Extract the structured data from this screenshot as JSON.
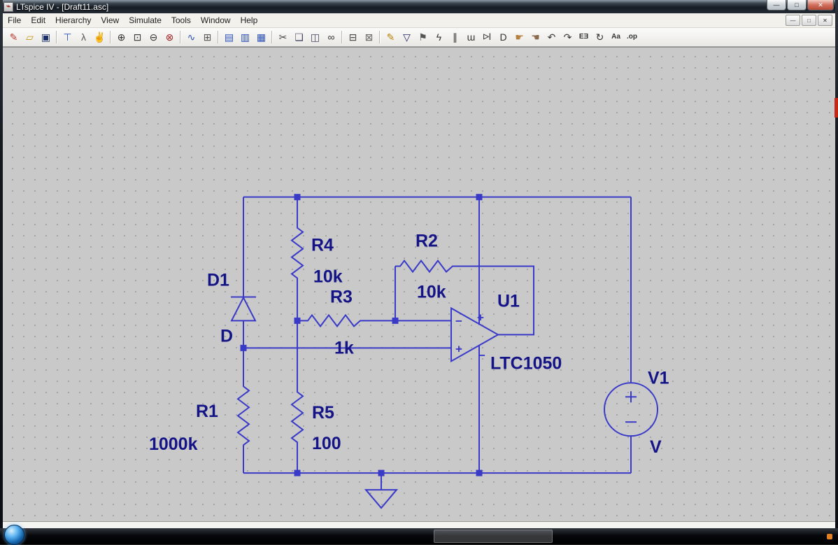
{
  "window": {
    "title": "LTspice IV - [Draft11.asc]",
    "caption_buttons": {
      "minimize": "—",
      "restore": "□",
      "close": "✕"
    }
  },
  "menubar": {
    "items": [
      "File",
      "Edit",
      "Hierarchy",
      "View",
      "Simulate",
      "Tools",
      "Window",
      "Help"
    ],
    "mdi_buttons": {
      "minimize": "—",
      "restore": "□",
      "close": "✕"
    }
  },
  "toolbar": {
    "icons": [
      {
        "name": "new-schematic-icon",
        "glyph": "✎",
        "color": "#c03a2e"
      },
      {
        "name": "open-icon",
        "glyph": "▱",
        "color": "#c9971c"
      },
      {
        "name": "save-icon",
        "glyph": "▣",
        "color": "#1a2c6b",
        "sep": true
      },
      {
        "name": "control-panel-icon",
        "glyph": "⊤",
        "color": "#2b50c0"
      },
      {
        "name": "run-icon",
        "glyph": "λ",
        "color": "#555"
      },
      {
        "name": "halt-icon",
        "glyph": "✌",
        "color": "#b5803f",
        "sep": true
      },
      {
        "name": "zoom-in-icon",
        "glyph": "⊕",
        "color": "#333"
      },
      {
        "name": "zoom-pan-icon",
        "glyph": "⊡",
        "color": "#333"
      },
      {
        "name": "zoom-out-icon",
        "glyph": "⊖",
        "color": "#333"
      },
      {
        "name": "zoom-full-extents-icon",
        "glyph": "⊗",
        "color": "#a22222",
        "sep": true
      },
      {
        "name": "waveform-icon",
        "glyph": "∿",
        "color": "#2b50c0"
      },
      {
        "name": "grid-icon",
        "glyph": "⊞",
        "color": "#555",
        "sep": true
      },
      {
        "name": "tile-horizontal-icon",
        "glyph": "▤",
        "color": "#2b50c0"
      },
      {
        "name": "tile-vertical-icon",
        "glyph": "▥",
        "color": "#2b50c0"
      },
      {
        "name": "cascade-windows-icon",
        "glyph": "▦",
        "color": "#2b50c0",
        "sep": true
      },
      {
        "name": "cut-icon",
        "glyph": "✂",
        "color": "#444"
      },
      {
        "name": "copy-icon",
        "glyph": "❏",
        "color": "#444466"
      },
      {
        "name": "paste-icon",
        "glyph": "◫",
        "color": "#444466"
      },
      {
        "name": "find-icon",
        "glyph": "∞",
        "color": "#333",
        "sep": true
      },
      {
        "name": "print-icon",
        "glyph": "⊟",
        "color": "#444"
      },
      {
        "name": "print-preview-icon",
        "glyph": "⊠",
        "color": "#666",
        "sep": true
      },
      {
        "name": "wire-icon",
        "glyph": "✎",
        "color": "#b8860b"
      },
      {
        "name": "ground-icon",
        "glyph": "▽",
        "color": "#222266"
      },
      {
        "name": "label-net-icon",
        "glyph": "⚑",
        "color": "#555"
      },
      {
        "name": "resistor-icon",
        "glyph": "ϟ",
        "color": "#333"
      },
      {
        "name": "capacitor-icon",
        "glyph": "∥",
        "color": "#333"
      },
      {
        "name": "inductor-icon",
        "glyph": "ɯ",
        "color": "#333"
      },
      {
        "name": "diode-icon",
        "glyph": "▷|",
        "color": "#333",
        "small": true
      },
      {
        "name": "component-icon",
        "glyph": "D",
        "color": "#333"
      },
      {
        "name": "move-icon",
        "glyph": "☛",
        "color": "#b5803f"
      },
      {
        "name": "drag-icon",
        "glyph": "☚",
        "color": "#8a6a4a"
      },
      {
        "name": "undo-icon",
        "glyph": "↶",
        "color": "#333"
      },
      {
        "name": "redo-icon",
        "glyph": "↷",
        "color": "#333"
      },
      {
        "name": "mirror-icon",
        "glyph": "EƎ",
        "color": "#333",
        "small": true
      },
      {
        "name": "rotate-icon",
        "glyph": "↻",
        "color": "#333"
      },
      {
        "name": "text-icon",
        "glyph": "Aa",
        "color": "#333",
        "small": true
      },
      {
        "name": "spice-directive-icon",
        "glyph": ".op",
        "color": "#333",
        "small": true
      }
    ]
  },
  "schematic": {
    "wire_color": "#3a3ac8",
    "label_color": "#141487",
    "components": [
      {
        "ref": "R4",
        "value": "10k"
      },
      {
        "ref": "R3",
        "value": "1k"
      },
      {
        "ref": "R2",
        "value": "10k"
      },
      {
        "ref": "D1",
        "value": "D"
      },
      {
        "ref": "R1",
        "value": "1000k"
      },
      {
        "ref": "R5",
        "value": "100"
      },
      {
        "ref": "U1",
        "value": "LTC1050"
      },
      {
        "ref": "V1",
        "value": "V"
      }
    ],
    "opamp_pins": {
      "inv": "−",
      "noninv": "+",
      "vplus": "+",
      "vminus": "−"
    }
  }
}
